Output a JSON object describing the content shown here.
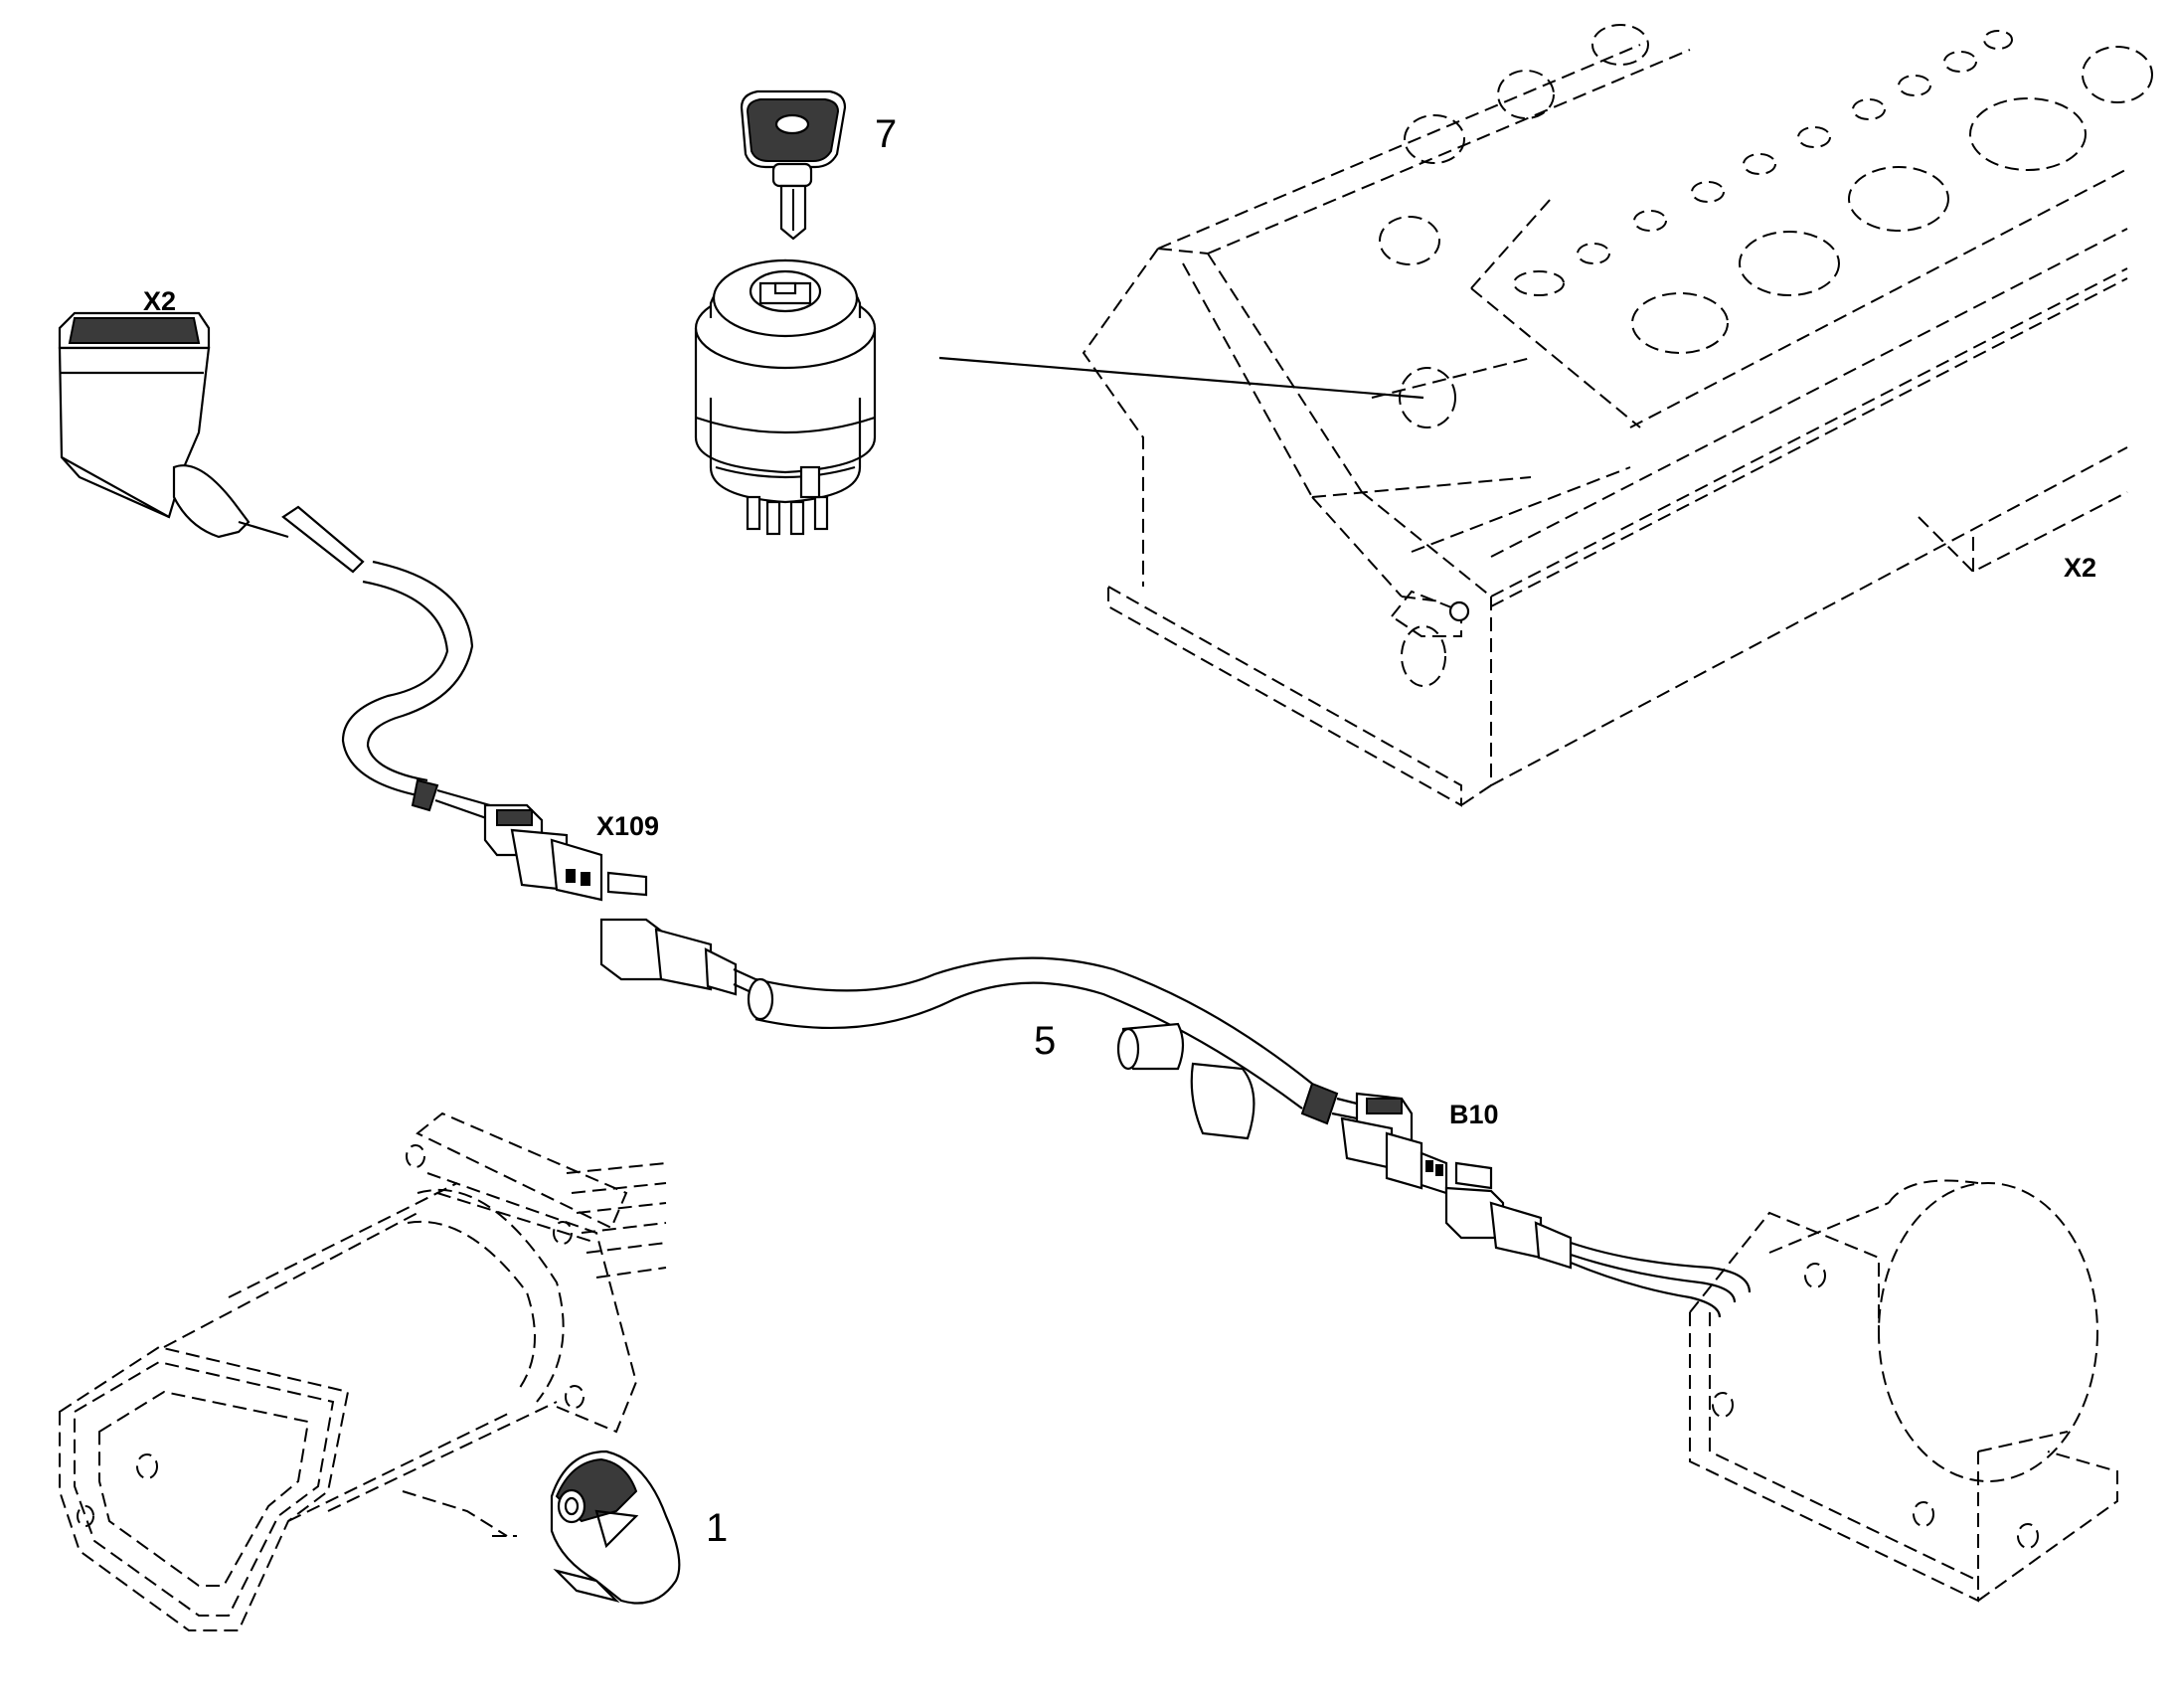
{
  "diagram": {
    "labels": {
      "x2_connector": "X2",
      "x2_panel": "X2",
      "x109": "X109",
      "b10": "B10",
      "item_7": "7",
      "item_5": "5",
      "item_1": "1"
    },
    "colors": {
      "line": "#000000",
      "background": "#ffffff",
      "dark_fill": "#3a3a3a"
    }
  }
}
